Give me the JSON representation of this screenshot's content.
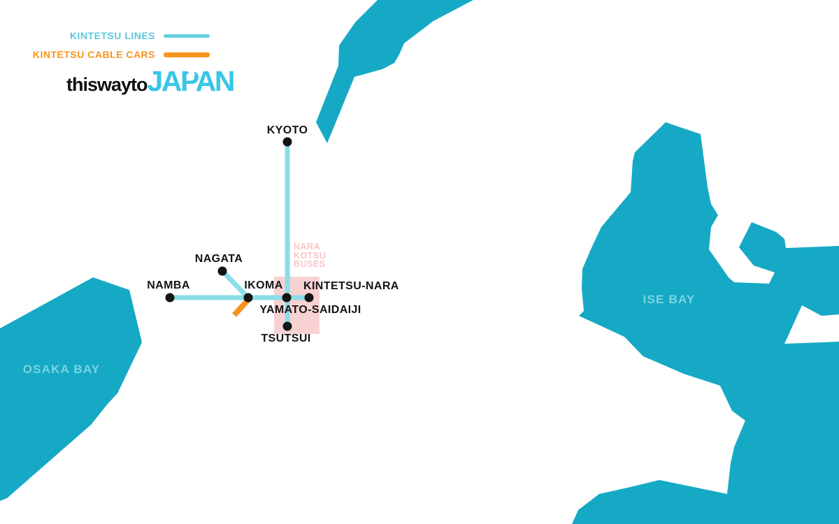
{
  "legend": {
    "items": [
      {
        "label": "KINTETSU LINES",
        "text_color": "#5CC9DC",
        "swatch_color": "#62D0E0"
      },
      {
        "label": "KINTETSU CABLE CARS",
        "text_color": "#F7941E",
        "swatch_color": "#F7941E"
      }
    ]
  },
  "logo": {
    "prefix": "thiswayto",
    "name": "JAPAN",
    "flower_glyph": "✱",
    "accent_color": "#38C5E8"
  },
  "map": {
    "water_color": "#15A9C5",
    "line_color": "#8ADEE9",
    "cable_color": "#F7941E",
    "station_dot_color": "#141414",
    "bays": [
      {
        "label": "OSAKA BAY"
      },
      {
        "label": "ISE BAY"
      }
    ],
    "stations": [
      {
        "label": "KYOTO"
      },
      {
        "label": "NAMBA"
      },
      {
        "label": "NAGATA"
      },
      {
        "label": "IKOMA"
      },
      {
        "label": "KINTETSU-NARA"
      },
      {
        "label": "YAMATO-SAIDAIJI"
      },
      {
        "label": "TSUTSUI"
      }
    ],
    "bus_area": {
      "fill": "#F8D2D3",
      "text_color": "#F8C5C7",
      "lines": [
        {
          "text": "NARA"
        },
        {
          "text": "KOTSU"
        },
        {
          "text": "BUSES"
        }
      ]
    }
  }
}
